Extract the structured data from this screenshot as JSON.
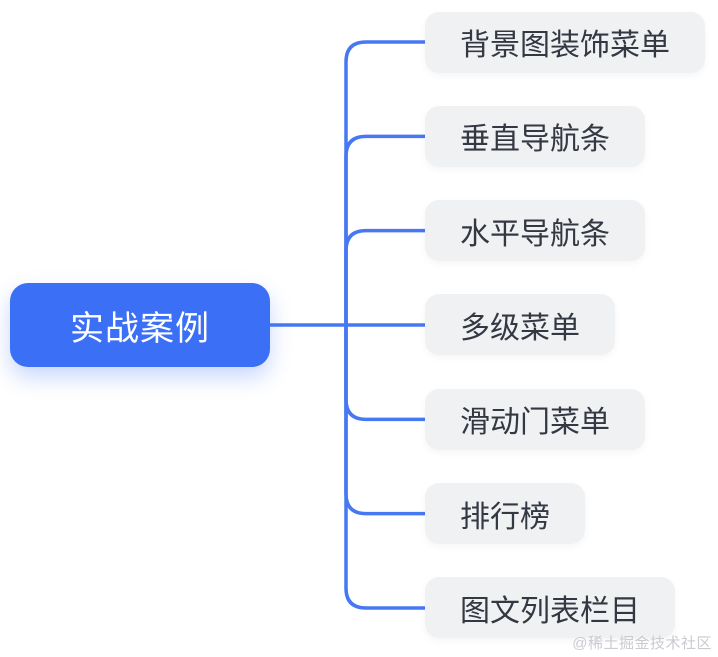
{
  "diagram": {
    "root": {
      "label": "实战案例"
    },
    "children": [
      {
        "label": "背景图装饰菜单"
      },
      {
        "label": "垂直导航条"
      },
      {
        "label": "水平导航条"
      },
      {
        "label": "多级菜单"
      },
      {
        "label": "滑动门菜单"
      },
      {
        "label": "排行榜"
      },
      {
        "label": "图文列表栏目"
      }
    ],
    "colors": {
      "root_bg": "#3b70f6",
      "root_text": "#ffffff",
      "child_bg": "#f0f1f3",
      "child_text": "#333842",
      "connector": "#4678f3"
    }
  },
  "watermark": {
    "text": "@稀土掘金技术社区"
  }
}
